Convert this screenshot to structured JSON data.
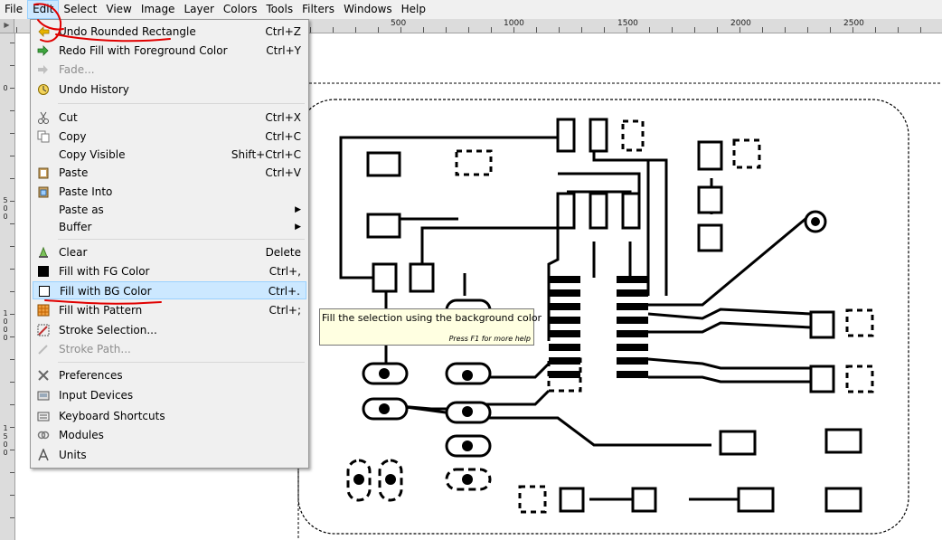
{
  "menubar": {
    "items": [
      {
        "label": "File"
      },
      {
        "label": "Edit"
      },
      {
        "label": "Select"
      },
      {
        "label": "View"
      },
      {
        "label": "Image"
      },
      {
        "label": "Layer"
      },
      {
        "label": "Colors"
      },
      {
        "label": "Tools"
      },
      {
        "label": "Filters"
      },
      {
        "label": "Windows"
      },
      {
        "label": "Help"
      }
    ]
  },
  "ruler": {
    "top_labels": [
      "500",
      "1000",
      "1500",
      "2000",
      "2500"
    ],
    "left_labels": [
      "0",
      "500",
      "1000",
      "1500"
    ],
    "corner": "▶"
  },
  "edit_menu": {
    "items": [
      {
        "label": "Undo Rounded Rectangle",
        "accel": "Ctrl+Z",
        "icon": "undo-icon",
        "enabled": true
      },
      {
        "label": "Redo Fill with Foreground Color",
        "accel": "Ctrl+Y",
        "icon": "redo-icon",
        "enabled": true
      },
      {
        "label": "Fade...",
        "accel": "",
        "icon": "fade-icon",
        "enabled": false
      },
      {
        "label": "Undo History",
        "accel": "",
        "icon": "undo-history-icon",
        "enabled": true
      },
      {
        "label": "Cut",
        "accel": "Ctrl+X",
        "icon": "cut-icon",
        "enabled": true
      },
      {
        "label": "Copy",
        "accel": "Ctrl+C",
        "icon": "copy-icon",
        "enabled": true
      },
      {
        "label": "Copy Visible",
        "accel": "Shift+Ctrl+C",
        "icon": "",
        "enabled": true
      },
      {
        "label": "Paste",
        "accel": "Ctrl+V",
        "icon": "paste-icon",
        "enabled": true
      },
      {
        "label": "Paste Into",
        "accel": "",
        "icon": "paste-into-icon",
        "enabled": true
      },
      {
        "label": "Paste as",
        "accel": "",
        "icon": "",
        "enabled": true,
        "submenu": true
      },
      {
        "label": "Buffer",
        "accel": "",
        "icon": "",
        "enabled": true,
        "submenu": true
      },
      {
        "label": "Clear",
        "accel": "Delete",
        "icon": "clear-icon",
        "enabled": true
      },
      {
        "label": "Fill with FG Color",
        "accel": "Ctrl+,",
        "icon": "fg-color-swatch-icon",
        "enabled": true
      },
      {
        "label": "Fill with BG Color",
        "accel": "Ctrl+.",
        "icon": "bg-color-swatch-icon",
        "enabled": true,
        "highlighted": true
      },
      {
        "label": "Fill with Pattern",
        "accel": "Ctrl+;",
        "icon": "pattern-icon",
        "enabled": true
      },
      {
        "label": "Stroke Selection...",
        "accel": "",
        "icon": "stroke-selection-icon",
        "enabled": true
      },
      {
        "label": "Stroke Path...",
        "accel": "",
        "icon": "stroke-path-icon",
        "enabled": false
      },
      {
        "label": "Preferences",
        "accel": "",
        "icon": "preferences-icon",
        "enabled": true
      },
      {
        "label": "Input Devices",
        "accel": "",
        "icon": "input-devices-icon",
        "enabled": true
      },
      {
        "label": "Keyboard Shortcuts",
        "accel": "",
        "icon": "keyboard-icon",
        "enabled": true
      },
      {
        "label": "Modules",
        "accel": "",
        "icon": "modules-icon",
        "enabled": true
      },
      {
        "label": "Units",
        "accel": "",
        "icon": "units-icon",
        "enabled": true
      }
    ]
  },
  "tooltip": {
    "text": "Fill the selection using the background color",
    "hint": "Press F1 for more help"
  },
  "colors": {
    "annotation": "#e00000",
    "highlight": "#cce8ff",
    "tooltip_bg": "#ffffe1"
  }
}
